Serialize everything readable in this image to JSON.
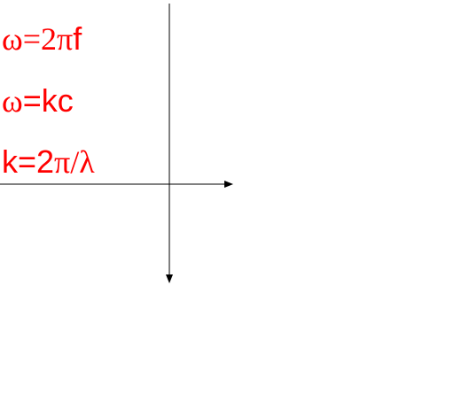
{
  "colors": {
    "formula_text": "#ff0000",
    "axes": "#000000",
    "background": "#ffffff"
  },
  "formulas": {
    "eq1": {
      "lhs": "ω",
      "eq": "=",
      "coeff": "2",
      "pi": "π",
      "var": "f"
    },
    "eq2": {
      "lhs": "ω",
      "rest": "=kc"
    },
    "eq3": {
      "lhs": "k=2",
      "pi": "π",
      "slash": "/",
      "lambda": "λ"
    }
  }
}
